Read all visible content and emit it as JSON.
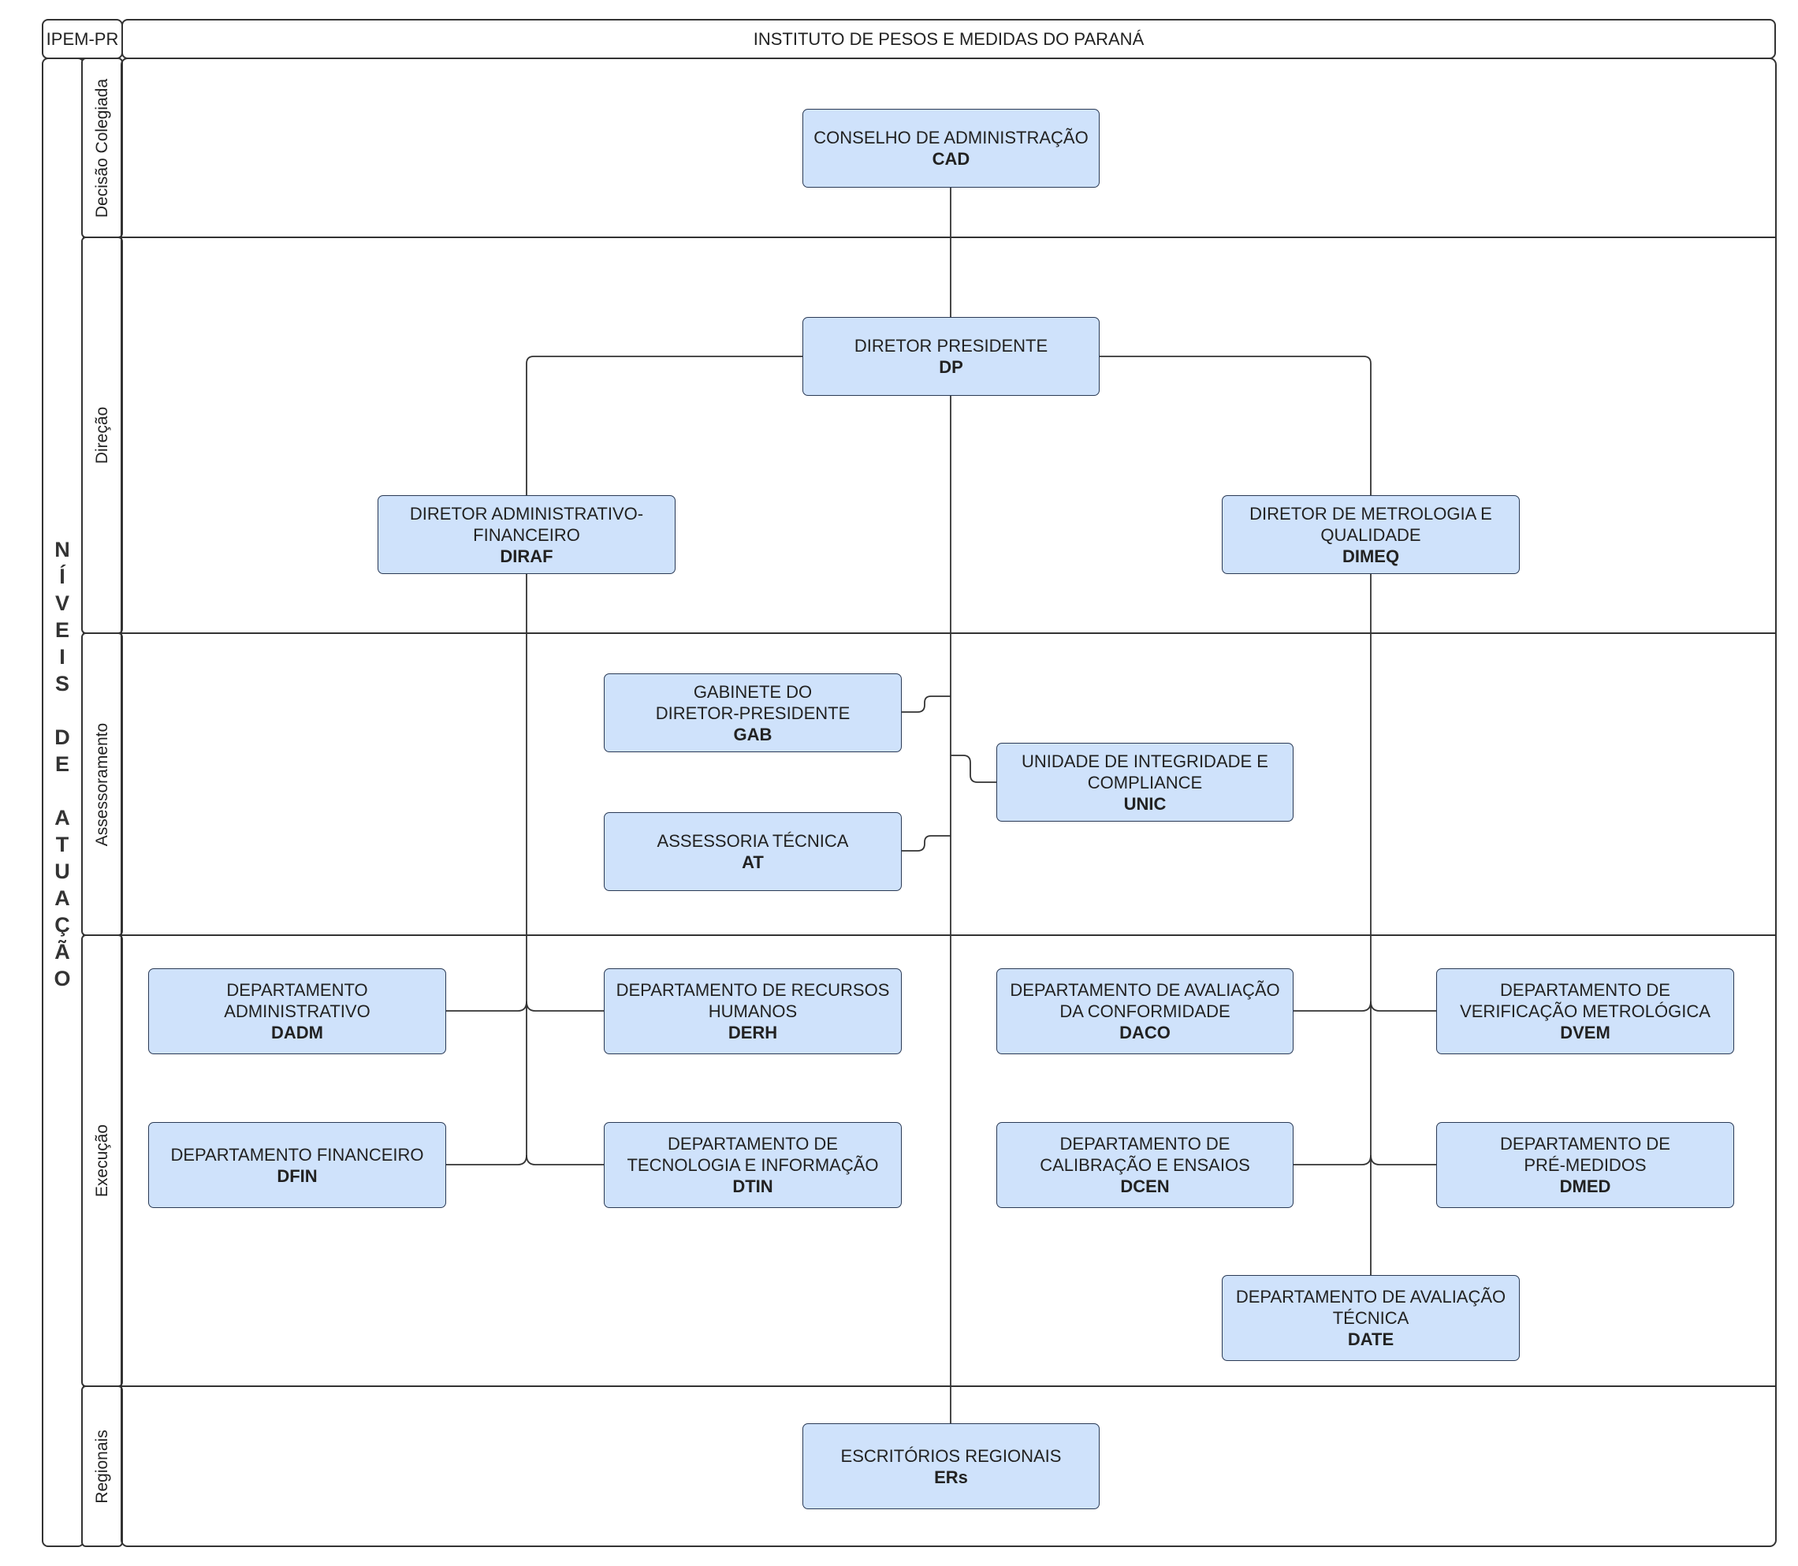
{
  "header": {
    "org_code": "IPEM-PR",
    "title": "INSTITUTO DE PESOS E MEDIDAS DO PARANÁ"
  },
  "side_title": [
    "N",
    "Í",
    "V",
    "E",
    "I",
    "S",
    "",
    "D",
    "E",
    "",
    "A",
    "T",
    "U",
    "A",
    "Ç",
    "Ã",
    "O"
  ],
  "lanes": [
    {
      "id": "decisao",
      "label": "Decisão Colegiada"
    },
    {
      "id": "direcao",
      "label": "Direção"
    },
    {
      "id": "assessoramento",
      "label": "Assessoramento"
    },
    {
      "id": "execucao",
      "label": "Execução"
    },
    {
      "id": "regionais",
      "label": "Regionais"
    }
  ],
  "units": {
    "cad": {
      "name": "CONSELHO DE ADMINISTRAÇÃO",
      "abbr": "CAD"
    },
    "dp": {
      "name": "DIRETOR PRESIDENTE",
      "abbr": "DP"
    },
    "diraf": {
      "name": "DIRETOR ADMINISTRATIVO-FINANCEIRO",
      "abbr": "DIRAF"
    },
    "dimeq": {
      "name": "DIRETOR DE METROLOGIA E QUALIDADE",
      "abbr": "DIMEQ"
    },
    "gab": {
      "name": "GABINETE DO DIRETOR-PRESIDENTE",
      "abbr": "GAB"
    },
    "unic": {
      "name": "UNIDADE DE INTEGRIDADE E COMPLIANCE",
      "abbr": "UNIC"
    },
    "at": {
      "name": "ASSESSORIA TÉCNICA",
      "abbr": "AT"
    },
    "dadm": {
      "name": "DEPARTAMENTO ADMINISTRATIVO",
      "abbr": "DADM"
    },
    "derh": {
      "name": "DEPARTAMENTO DE RECURSOS HUMANOS",
      "abbr": "DERH"
    },
    "daco": {
      "name": "DEPARTAMENTO DE AVALIAÇÃO DA CONFORMIDADE",
      "abbr": "DACO"
    },
    "dvem": {
      "name": "DEPARTAMENTO DE VERIFICAÇÃO METROLÓGICA",
      "abbr": "DVEM"
    },
    "dfin": {
      "name": "DEPARTAMENTO FINANCEIRO",
      "abbr": "DFIN"
    },
    "dtin": {
      "name": "DEPARTAMENTO DE TECNOLOGIA E INFORMAÇÃO",
      "abbr": "DTIN"
    },
    "dcen": {
      "name": "DEPARTAMENTO DE CALIBRAÇÃO E ENSAIOS",
      "abbr": "DCEN"
    },
    "dmed": {
      "name": "DEPARTAMENTO DE PRÉ-MEDIDOS",
      "abbr": "DMED"
    },
    "date": {
      "name": "DEPARTAMENTO DE AVALIAÇÃO TÉCNICA",
      "abbr": "DATE"
    },
    "ers": {
      "name": "ESCRITÓRIOS REGIONAIS",
      "abbr": "ERs"
    }
  },
  "colors": {
    "box_fill": "#cfe2fb",
    "box_border": "#2a3a55",
    "line": "#333333"
  }
}
